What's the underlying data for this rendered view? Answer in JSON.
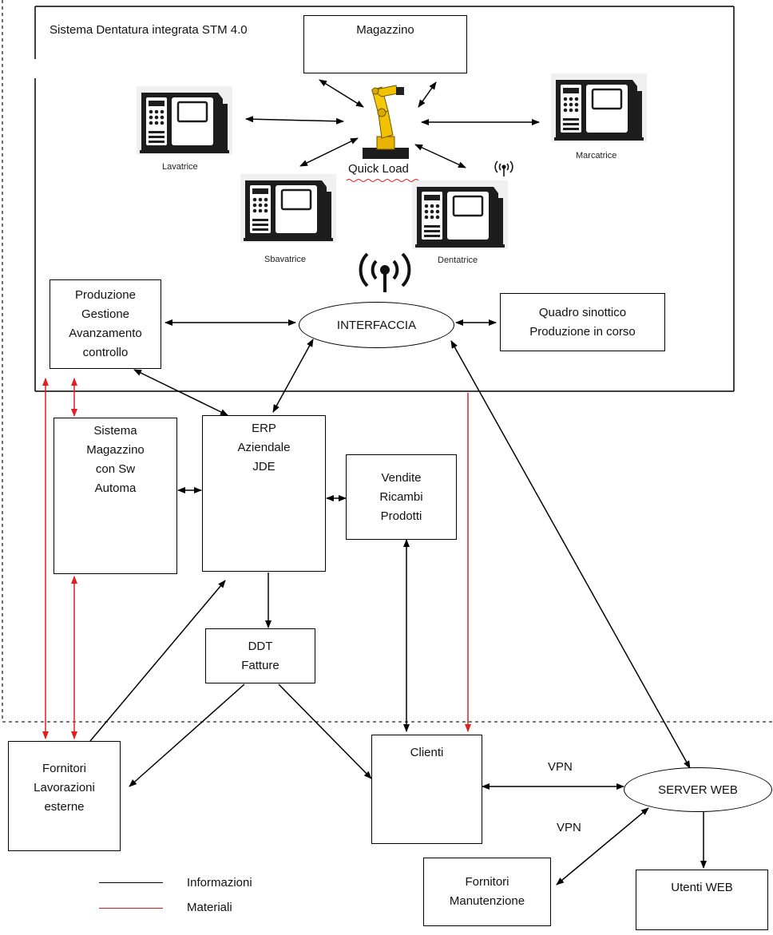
{
  "system": {
    "title": "Sistema Dentatura integrata STM 4.0"
  },
  "cells": {
    "magazzino": "Magazzino",
    "robot": "Quick Load",
    "lavatrice": "Lavatrice",
    "marcatrice": "Marcatrice",
    "sbavatrice": "Sbavatrice",
    "dentatrice": "Dentatrice"
  },
  "nodes": {
    "produzione": [
      "Produzione",
      "Gestione",
      "Avanzamento",
      "controllo"
    ],
    "interfaccia": "INTERFACCIA",
    "quadro": [
      "Quadro sinottico",
      "Produzione in corso"
    ],
    "sistema_magazzino": [
      "Sistema",
      "Magazzino",
      "con Sw",
      "Automa"
    ],
    "erp": [
      "ERP",
      "Aziendale",
      "JDE"
    ],
    "vendite": [
      "Vendite",
      "Ricambi",
      "Prodotti"
    ],
    "ddt": [
      "DDT",
      "Fatture"
    ],
    "fornitori_lav": [
      "Fornitori",
      "Lavorazioni",
      "esterne"
    ],
    "clienti": "Clienti",
    "server_web": "SERVER WEB",
    "fornitori_man": [
      "Fornitori",
      "Manutenzione"
    ],
    "utenti_web": "Utenti WEB"
  },
  "links": {
    "vpn1": "VPN",
    "vpn2": "VPN"
  },
  "legend": {
    "informazioni": "Informazioni",
    "materiali": "Materiali",
    "info_color": "#000000",
    "materiali_color": "#e02020"
  },
  "icons": {
    "machine": "cnc-machine-icon",
    "robot": "industrial-robot-icon",
    "wireless": "wireless-antenna-icon"
  }
}
